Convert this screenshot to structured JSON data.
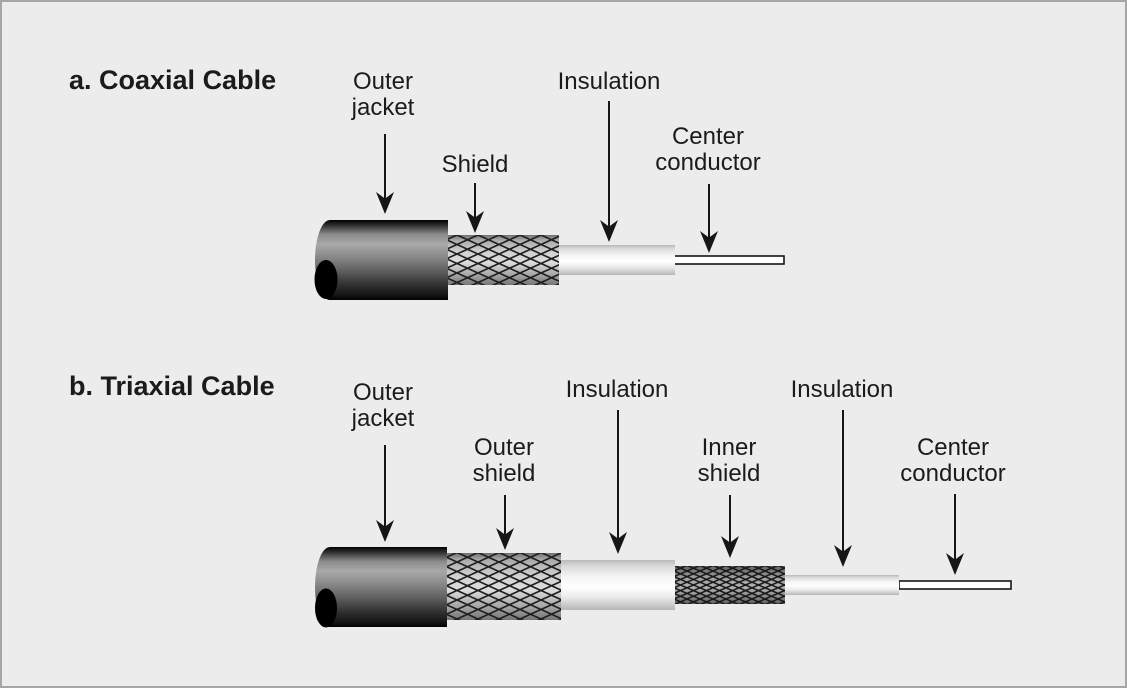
{
  "figure": {
    "background_color": "#ececec",
    "border_color": "#a6a6a6",
    "text_color": "#1b1b1b"
  },
  "coaxial": {
    "title": "a. Coaxial Cable",
    "labels": {
      "outer_jacket": "Outer jacket",
      "shield": "Shield",
      "insulation": "Insulation",
      "center_conductor": "Center conductor"
    }
  },
  "triaxial": {
    "title": "b. Triaxial Cable",
    "labels": {
      "outer_jacket": "Outer jacket",
      "outer_shield": "Outer shield",
      "insulation_outer": "Insulation",
      "inner_shield": "Inner shield",
      "insulation_inner": "Insulation",
      "center_conductor": "Center conductor"
    }
  }
}
